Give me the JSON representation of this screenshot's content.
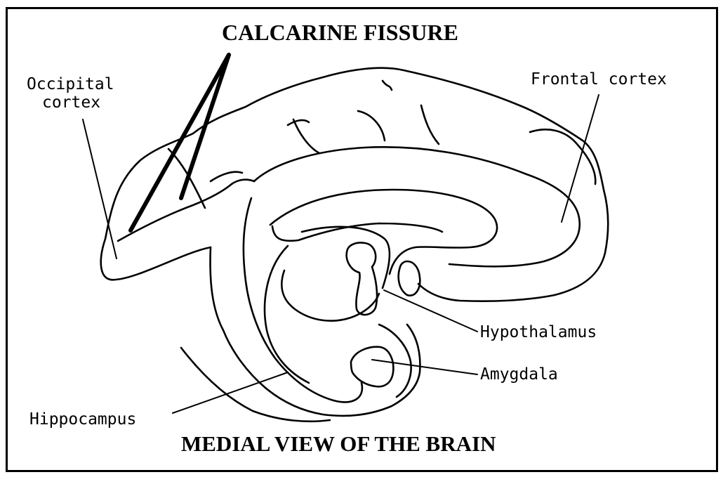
{
  "title": "CALCARINE FISSURE",
  "caption": "MEDIAL VIEW OF THE BRAIN",
  "labels": {
    "occipital_line1": "Occipital",
    "occipital_line2": "cortex",
    "frontal": "Frontal cortex",
    "hypothalamus": "Hypothalamus",
    "amygdala": "Amygdala",
    "hippocampus": "Hippocampus"
  },
  "colors": {
    "ink": "#000000",
    "paper": "#ffffff"
  }
}
